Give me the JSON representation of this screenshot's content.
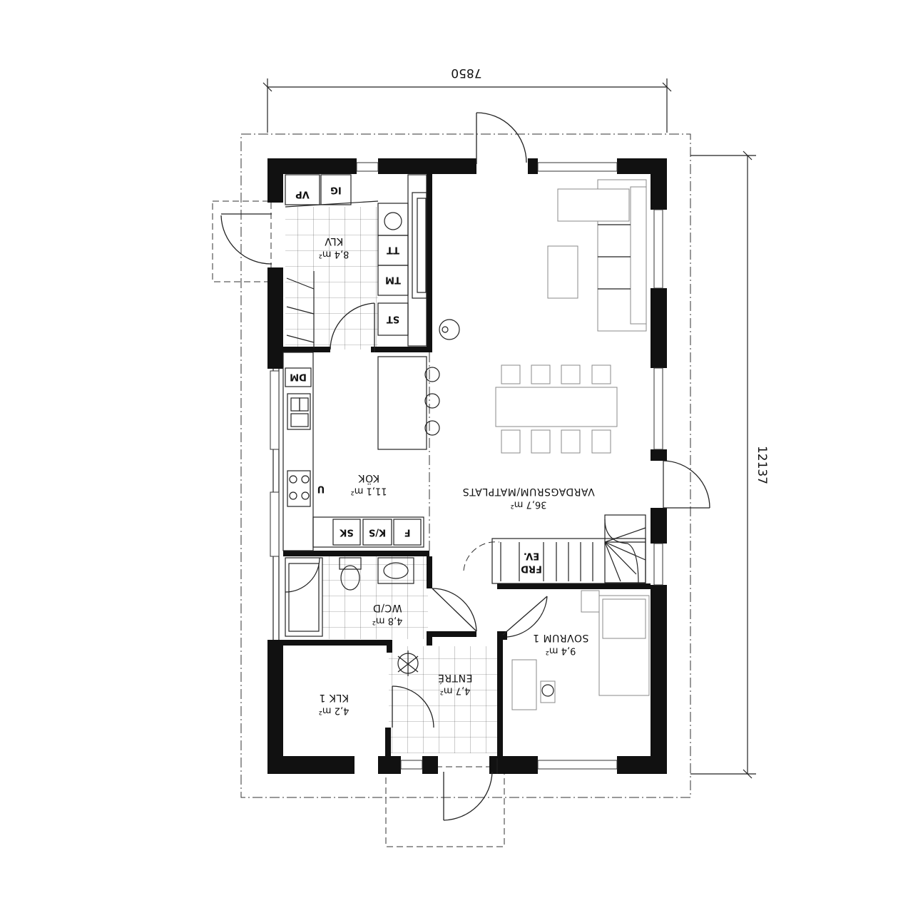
{
  "dimensions": {
    "width": "7850",
    "height": "12137"
  },
  "rooms": {
    "klv": {
      "name": "KLV",
      "area": "8,4 m²"
    },
    "kok": {
      "name": "KÖK",
      "area": "11,1 m²"
    },
    "vardagsrum": {
      "name": "VARDAGSRUM/MATPLATS",
      "area": "36,7 m²"
    },
    "wcd": {
      "name": "WC/D",
      "area": "4,8 m²"
    },
    "sovrum": {
      "name": "SOVRUM 1",
      "area": "9,4 m²"
    },
    "entre": {
      "name": "ENTRÉ",
      "area": "4,7 m²"
    },
    "klk": {
      "name": "KLK 1",
      "area": "4,2 m²"
    }
  },
  "appliances": {
    "vp": "VP",
    "ig": "IG",
    "tt": "TT",
    "tm": "TM",
    "st": "ST",
    "dm": "DM",
    "u": "U",
    "sk": "SK",
    "ks": "K/S",
    "f": "F"
  },
  "stair": {
    "line1": "EV.",
    "line2": "FRD"
  }
}
